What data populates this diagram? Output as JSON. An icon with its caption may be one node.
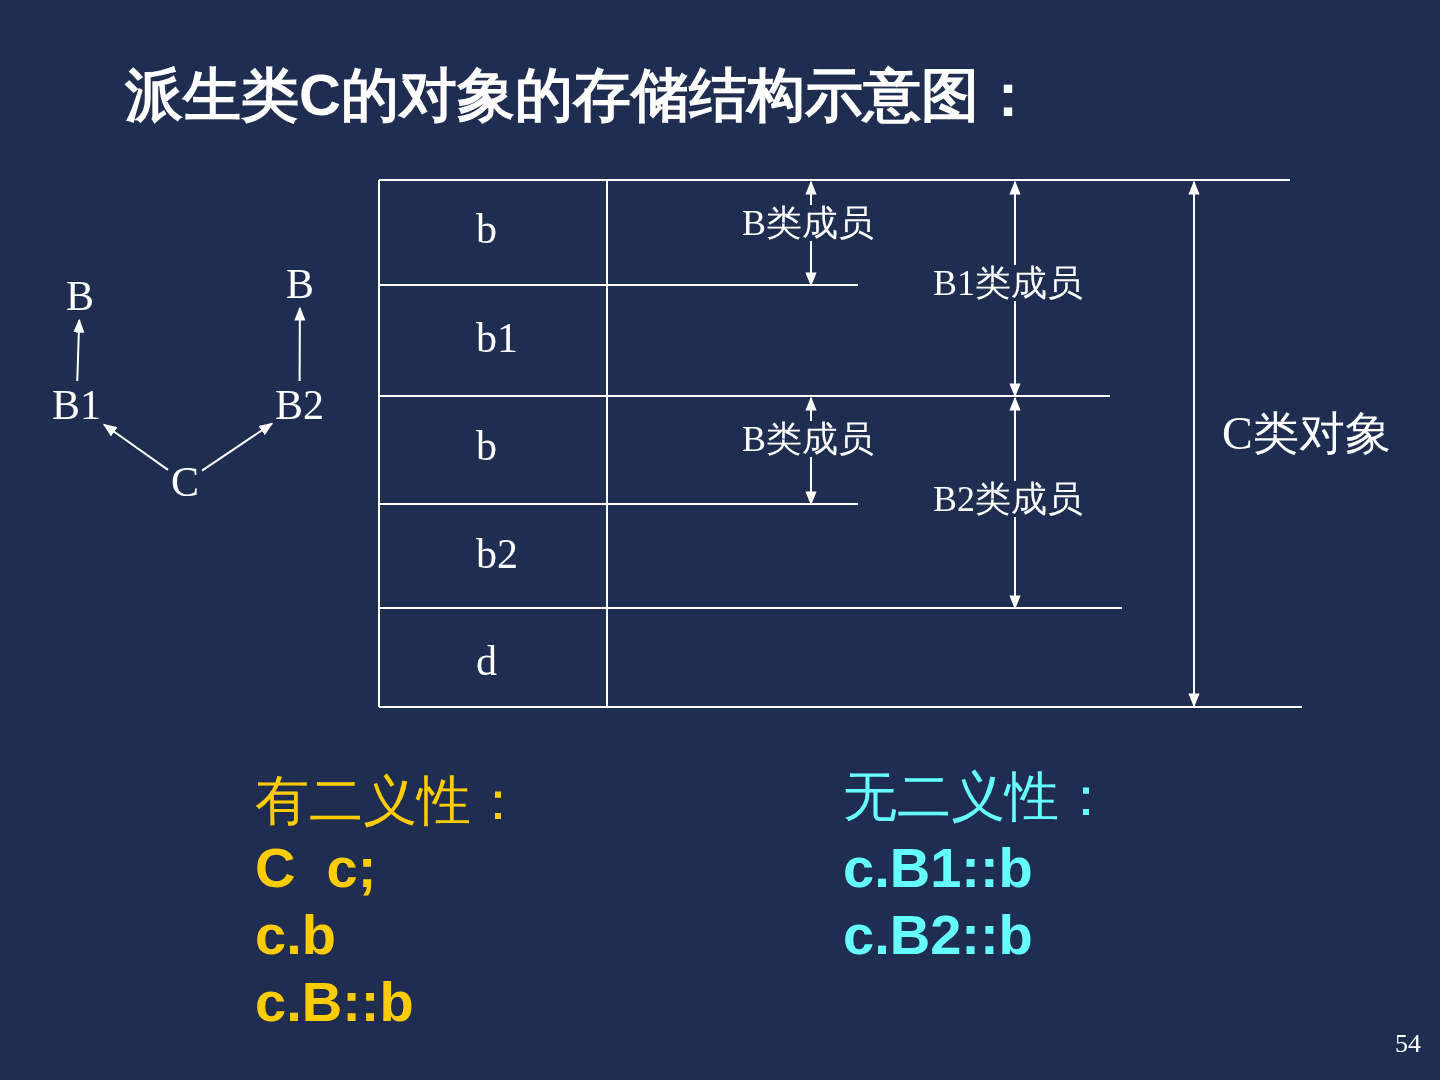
{
  "diagram": {
    "title": "派生类C的对象的存储结构示意图：",
    "nodes": [
      {
        "text": [
          "B"
        ]
      },
      {
        "text": [
          "B"
        ]
      },
      {
        "text": [
          "B1"
        ]
      },
      {
        "text": [
          "B2"
        ]
      },
      {
        "text": [
          "C"
        ]
      }
    ],
    "edges": [
      {
        "from": 2,
        "to": 0,
        "arrow": "to"
      },
      {
        "from": 3,
        "to": 1,
        "arrow": "to"
      },
      {
        "from": 4,
        "to": 2,
        "arrow": "to"
      },
      {
        "from": 4,
        "to": 3,
        "arrow": "to"
      }
    ],
    "labels": [
      "b",
      "B类成员",
      "B1类成员",
      "b1",
      "b",
      "B类成员",
      "C类对象",
      "B2类成员",
      "b2",
      "d",
      "有二义性：",
      "C  c;",
      "c.b",
      "c.B::b",
      "无二义性：",
      "c.B1::b",
      "c.B2::b",
      "54"
    ]
  }
}
